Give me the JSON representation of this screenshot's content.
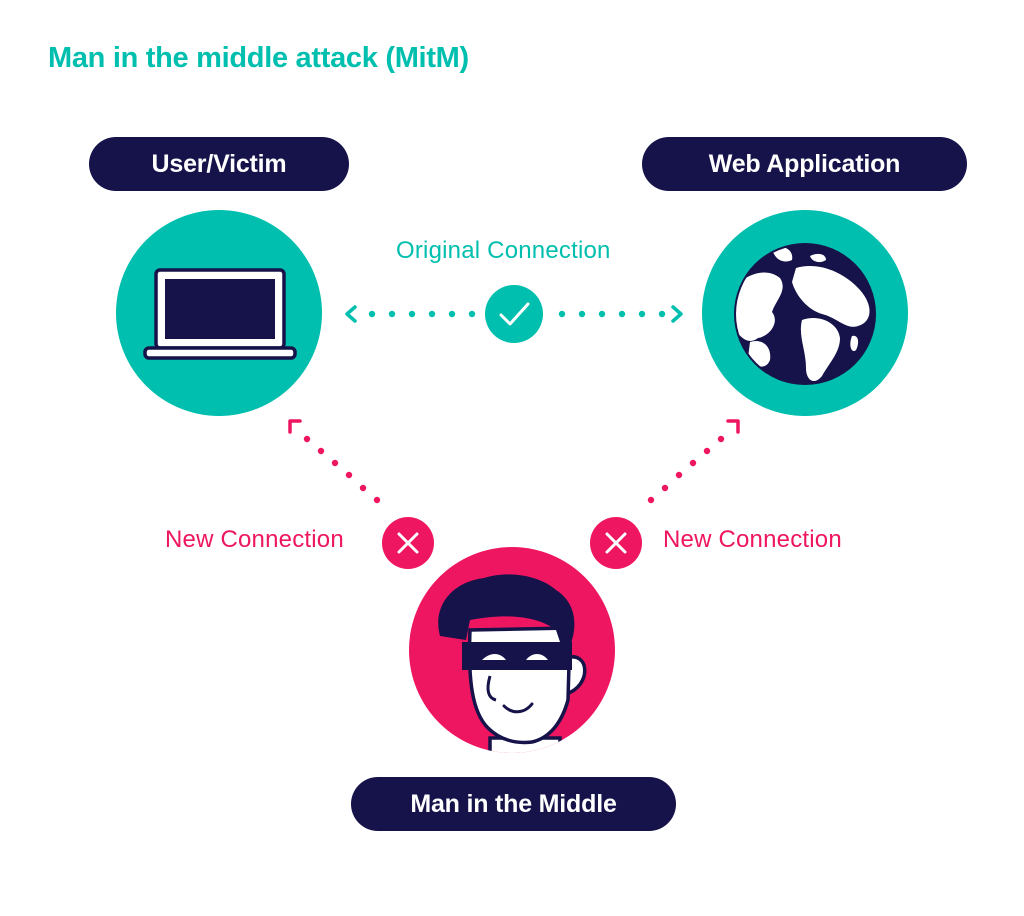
{
  "title": "Man in the middle attack (MitM)",
  "nodes": {
    "user": {
      "label": "User/Victim",
      "icon": "laptop-icon"
    },
    "web": {
      "label": "Web Application",
      "icon": "globe-icon"
    },
    "mitm": {
      "label": "Man in the Middle",
      "icon": "masked-man-icon"
    }
  },
  "connections": {
    "original": {
      "label": "Original Connection",
      "status_icon": "checkmark-icon"
    },
    "new_left": {
      "label": "New Connection",
      "status_icon": "x-icon"
    },
    "new_right": {
      "label": "New Connection",
      "status_icon": "x-icon"
    }
  },
  "colors": {
    "teal": "#00BFAE",
    "navy": "#15134A",
    "pink": "#EE1660",
    "white": "#FFFFFF"
  }
}
